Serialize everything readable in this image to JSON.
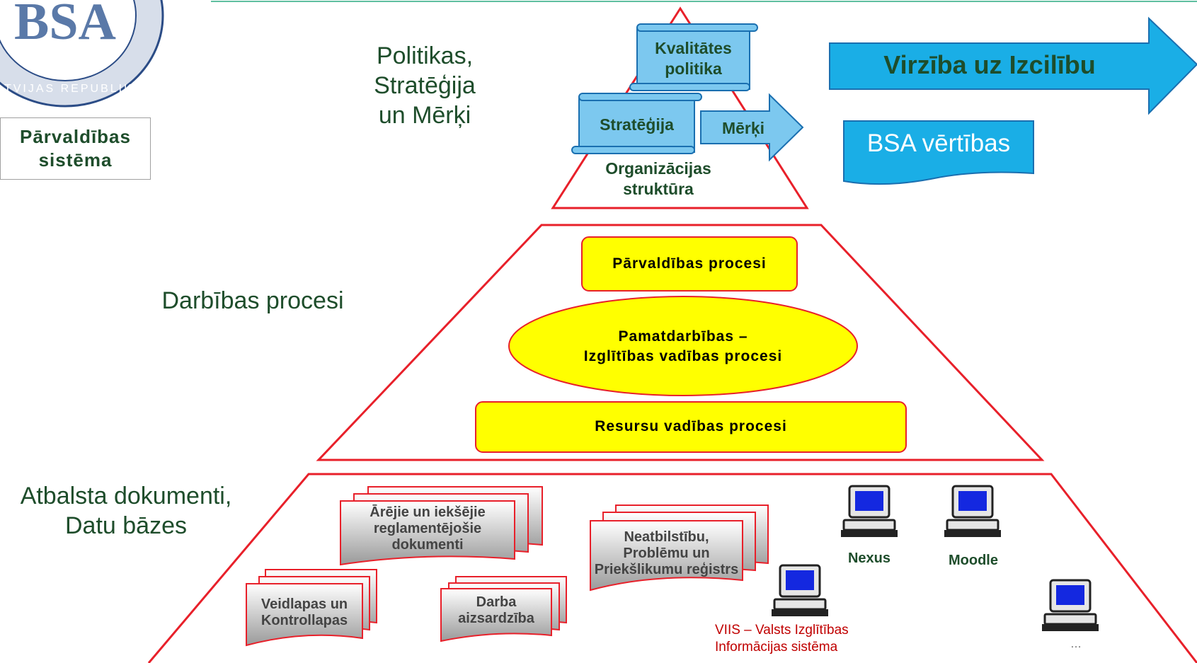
{
  "logo": {
    "ring_text": "BALTIJAS • LATVIJAS REPUBLIKA • BALTIJAS",
    "monogram": "BSA",
    "color": "#5a79a8"
  },
  "left_labels": {
    "management_system": "Pārvaldības\nsistēma",
    "policy": "Politikas,\nStratēģija\nun Mērķi",
    "processes": "Darbības procesi",
    "support": "Atbalsta dokumenti,\nDatu bāzes"
  },
  "top_tier": {
    "quality_policy": "Kvalitātes\npolitika",
    "strategy": "Stratēģija",
    "goals": "Mērķi",
    "organization": "Organizācijas\nstruktūra"
  },
  "right_side": {
    "direction_arrow": "Virzība uz Izcilību",
    "values": "BSA vērtības"
  },
  "middle_tier": {
    "management_processes": "Pārvaldības procesi",
    "core_processes": "Pamatdarbības –\nIzglītības vadības procesi",
    "resource_processes": "Resursu vadības procesi"
  },
  "bottom_tier": {
    "documents": [
      "Ārējie un iekšējie\nreglamentējošie\ndokumenti",
      "Neatbilstību,\nProblēmu un\nPriekšlikumu reģistrs",
      "Veidlapas un\nKontrollapas",
      "Darba\naizsardzība"
    ],
    "systems": [
      "Nexus",
      "Moodle",
      "VIIS – Valsts Izglītības\nInformācijas sistēma",
      "…"
    ]
  },
  "colors": {
    "pyramid_outline": "#e8202a",
    "scroll_fill": "#7cc8ef",
    "arrow_fill": "#1aaee6",
    "yellow": "#ffff00",
    "heading_green": "#1e4d2b",
    "viis_red": "#c00000"
  }
}
